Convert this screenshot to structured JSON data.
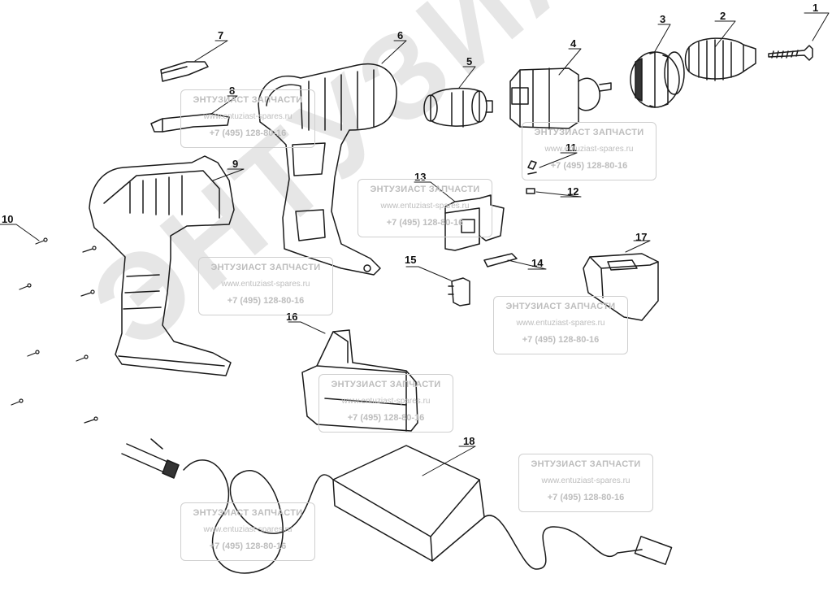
{
  "watermark": {
    "big_text": "ЭНТУЗИАСТ",
    "stamp_title": "ЭНТУЗИАСТ ЗАПЧАСТИ",
    "stamp_url": "www.entuziast-spares.ru",
    "stamp_phone": "+7 (495) 128-80-16"
  },
  "part_numbers": [
    "1",
    "2",
    "3",
    "4",
    "5",
    "6",
    "7",
    "8",
    "9",
    "10",
    "11",
    "12",
    "13",
    "14",
    "15",
    "16",
    "17",
    "18"
  ]
}
